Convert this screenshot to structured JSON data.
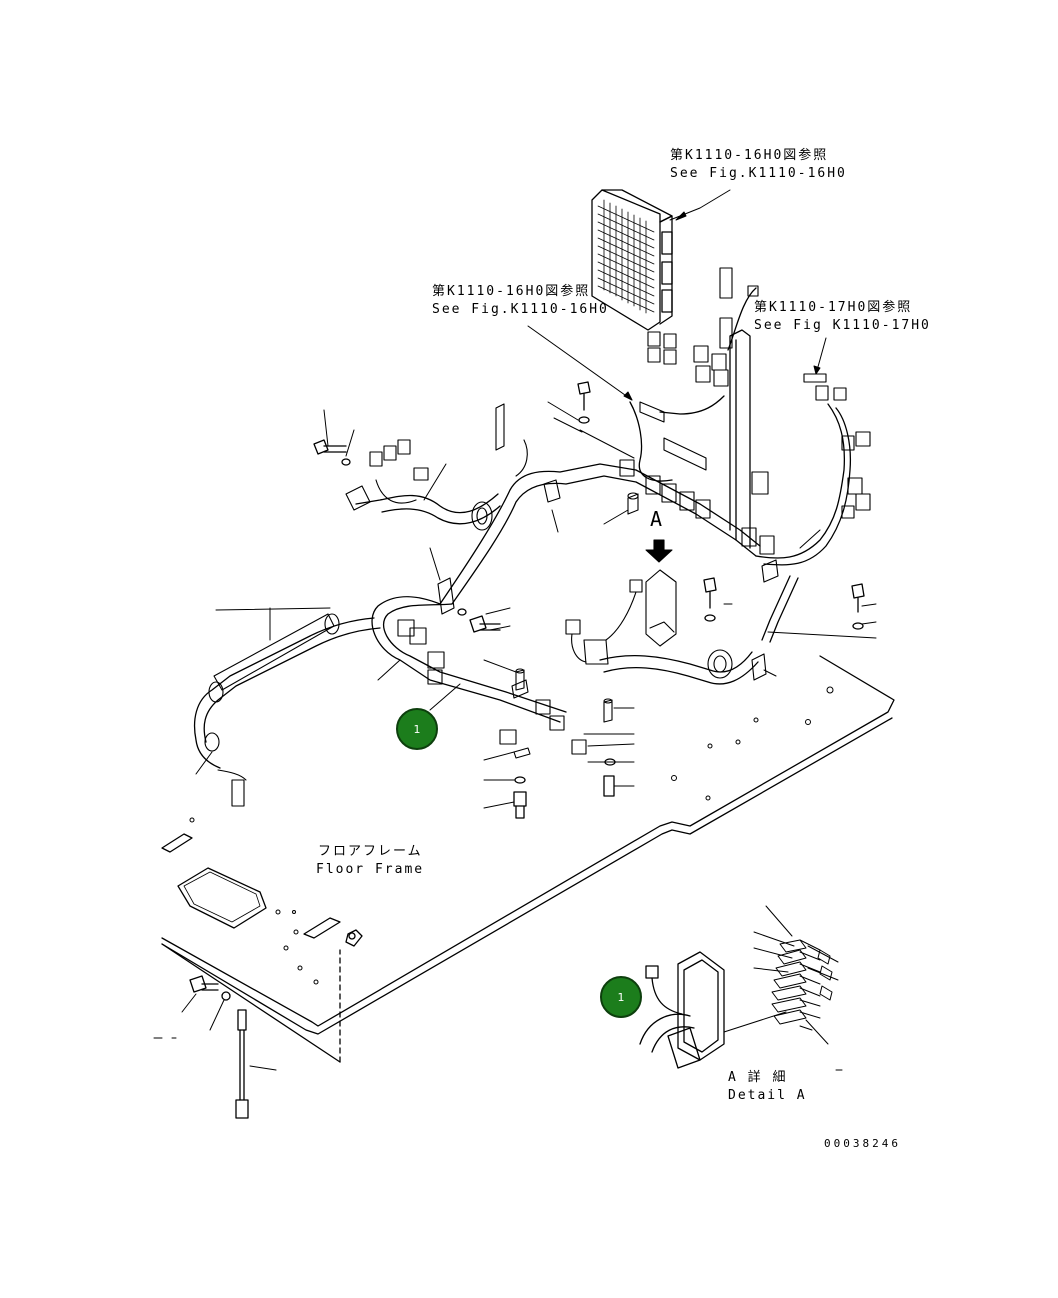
{
  "callouts": {
    "ref_controller": {
      "jp": "第K1110-16H0図参照",
      "en": "See Fig.K1110-16H0"
    },
    "ref_connector": {
      "jp": "第K1110-16H0図参照",
      "en": "See Fig.K1110-16H0"
    },
    "ref_right": {
      "jp": "第K1110-17H0図参照",
      "en": "See Fig K1110-17H0"
    }
  },
  "view_marker": "A",
  "floor_frame": {
    "jp": "フロアフレーム",
    "en": "Floor Frame"
  },
  "detail": {
    "jp": "A 詳 細",
    "en": "Detail A"
  },
  "part_badges": [
    {
      "number": "1"
    },
    {
      "number": "1"
    }
  ],
  "drawing_number": "00038246",
  "colors": {
    "badge_fill": "#1c7d1c",
    "line": "#000000"
  }
}
